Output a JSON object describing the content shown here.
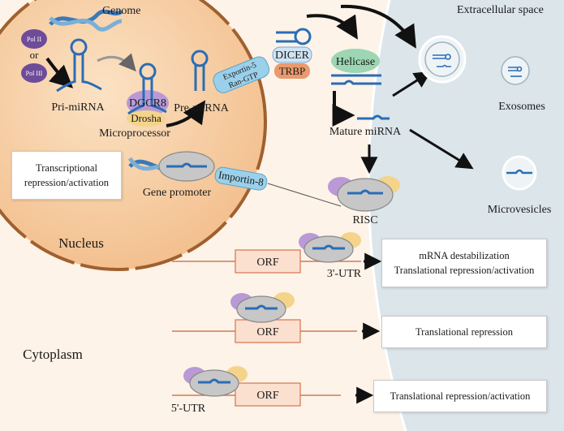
{
  "labels": {
    "genome": "Genome",
    "extracellular": "Extracellular space",
    "pol_ii_a": "Pol II",
    "or": "or",
    "pol_iii": "Pol III",
    "pri_mirna": "Pri-miRNA",
    "dgcr8": "DGCR8",
    "drosha": "Drosha",
    "microprocessor": "Microprocessor",
    "pre_mirna": "Pre-miRNA",
    "exportin": "Exportin-5",
    "ran_gtp": "Ran-GTP",
    "dicer": "DICER",
    "trbp": "TRBP",
    "helicase": "Helicase",
    "mature_mirna": "Mature miRNA",
    "exosomes": "Exosomes",
    "microvesicles": "Microvesicles",
    "gene_promoter": "Gene promoter",
    "importin": "Importin-8",
    "risc": "RISC",
    "nucleus": "Nucleus",
    "cytoplasm": "Cytoplasm",
    "orf": "ORF",
    "utr3": "3'-UTR",
    "utr5": "5'-UTR"
  },
  "boxes": {
    "transcriptional": [
      "Transcriptional",
      "repression/activation"
    ],
    "mrna_effects": [
      "mRNA destabilization",
      "Translational repression/activation"
    ],
    "translational_repression": "Translational repression",
    "translational_ra": "Translational repression/activation"
  },
  "colors": {
    "nucleus": "#f7cfa4",
    "nucleus_border": "#a0602e",
    "cytoplasm": "#fdf3e8",
    "extracellular": "#dbe5ea",
    "rna": "#2a6db5",
    "ago_gray": "#c7c7c7",
    "purple": "#b99ad6",
    "yellow": "#f4d48a",
    "helicase": "#9cd6b2",
    "dicer": "#d0e4f4",
    "trbp": "#e99a6e",
    "exportin": "#9bd0ea",
    "orf": "#fbe0cf",
    "orf_border": "#d8734e",
    "mrna_line": "#cf7a58"
  }
}
